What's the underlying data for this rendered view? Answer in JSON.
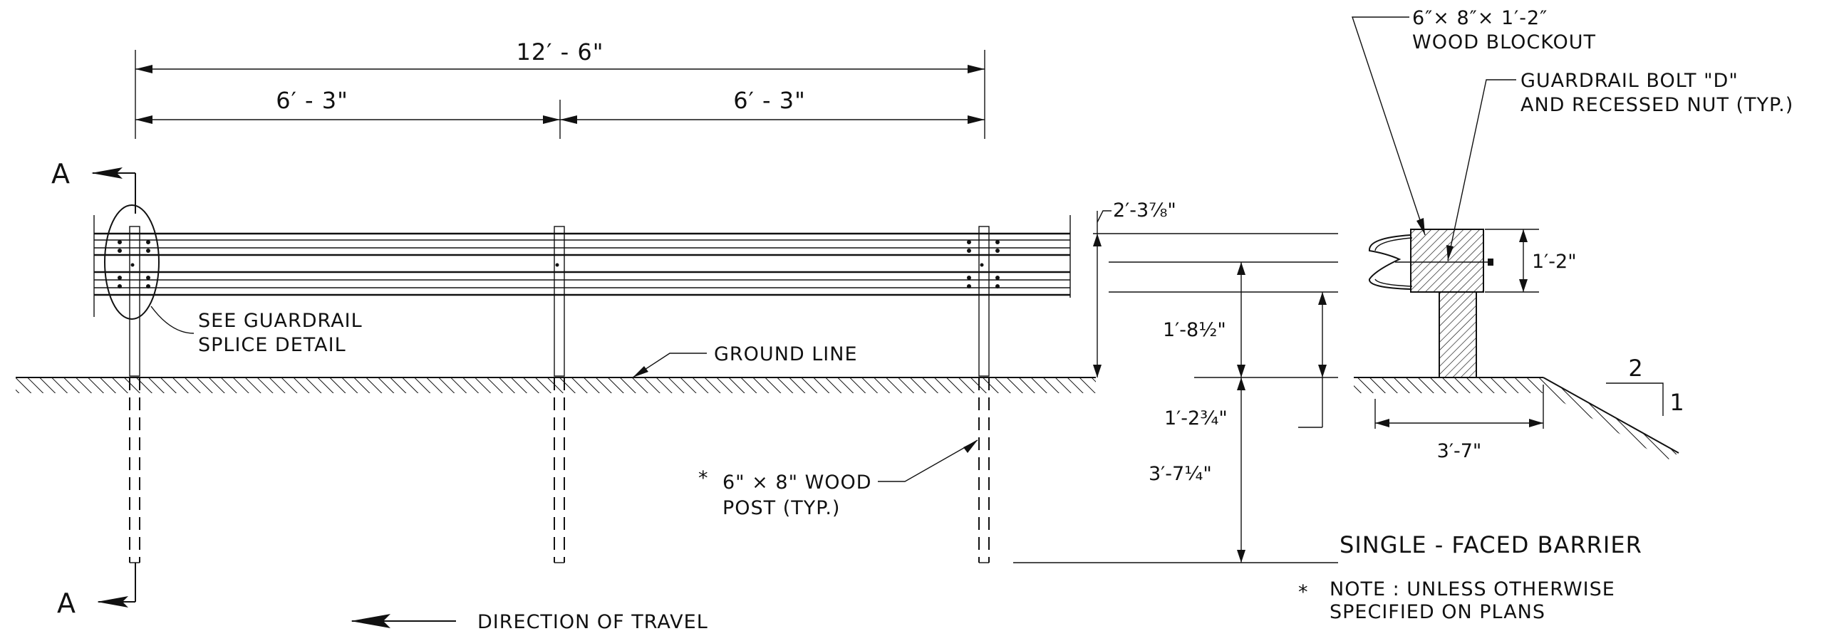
{
  "dimensions": {
    "overall": "12′ - 6\"",
    "half_left": "6′ - 3\"",
    "half_right": "6′ - 3\"",
    "rail_height": "2′-3⅞\"",
    "rail_top": "1′-8½\"",
    "rail_bottom": "1′-2¾\"",
    "embedment": "3′-7¼\"",
    "blockout_depth": "1′-2\"",
    "barrier_width": "3′-7\""
  },
  "labels": {
    "section_a_top": "A",
    "section_a_bottom": "A",
    "splice": [
      "SEE GUARDRAIL",
      "SPLICE DETAIL"
    ],
    "ground": "GROUND LINE",
    "post_star": "*",
    "post": [
      "6\" × 8\" WOOD",
      "POST (TYP.)"
    ],
    "direction": "DIRECTION OF TRAVEL",
    "blockout": [
      "6″× 8″× 1′-2″",
      "WOOD BLOCKOUT"
    ],
    "bolt": [
      "GUARDRAIL BOLT \"D\"",
      "AND RECESSED NUT (TYP.)"
    ],
    "slope_run": "2",
    "slope_rise": "1",
    "title": "SINGLE - FACED BARRIER",
    "note_star": "*",
    "note": [
      "NOTE : UNLESS OTHERWISE",
      "SPECIFIED ON PLANS"
    ]
  }
}
